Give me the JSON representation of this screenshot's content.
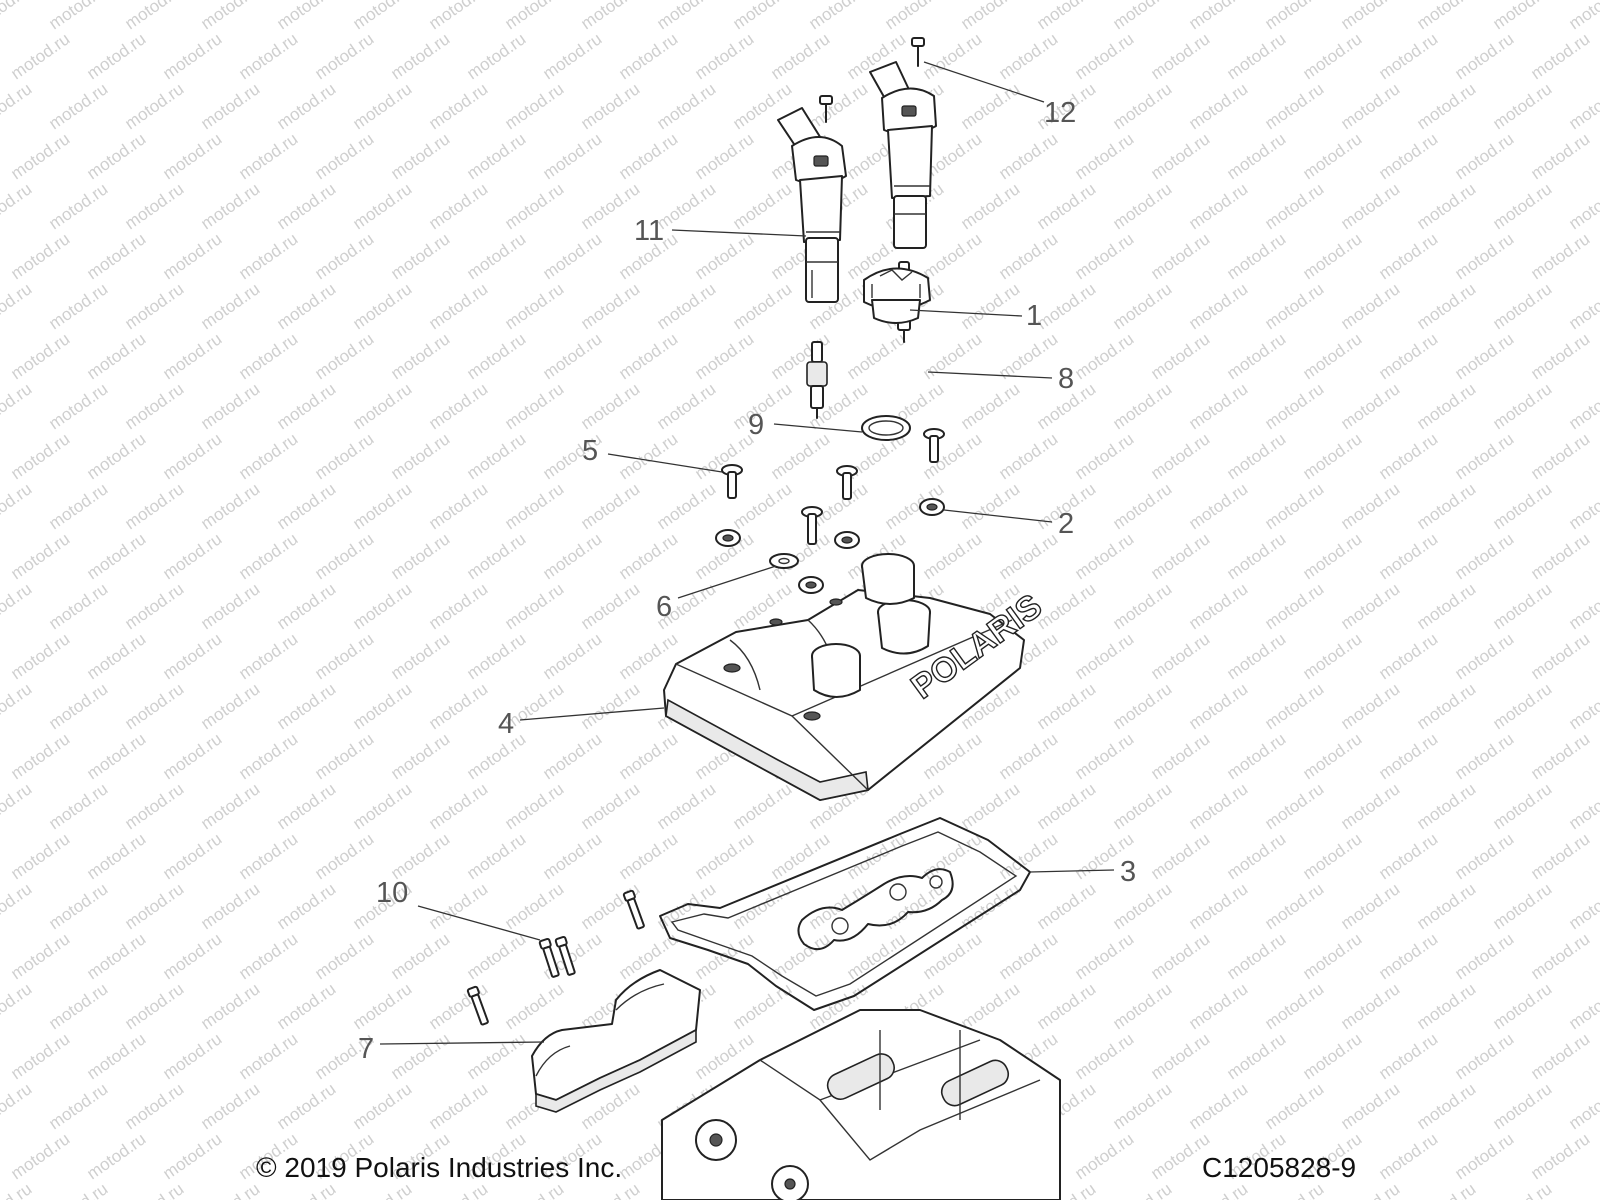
{
  "diagram": {
    "callouts": [
      {
        "id": "1",
        "label": "1"
      },
      {
        "id": "2",
        "label": "2"
      },
      {
        "id": "3",
        "label": "3"
      },
      {
        "id": "4",
        "label": "4"
      },
      {
        "id": "5",
        "label": "5"
      },
      {
        "id": "6",
        "label": "6"
      },
      {
        "id": "7",
        "label": "7"
      },
      {
        "id": "8",
        "label": "8"
      },
      {
        "id": "9",
        "label": "9"
      },
      {
        "id": "10",
        "label": "10"
      },
      {
        "id": "11",
        "label": "11"
      },
      {
        "id": "12",
        "label": "12"
      }
    ],
    "cover_brand_text": "POLARIS",
    "watermark_text": "motod.ru"
  },
  "footer": {
    "copyright": "© 2019 Polaris Industries Inc.",
    "diagram_code": "C1205828-9"
  }
}
